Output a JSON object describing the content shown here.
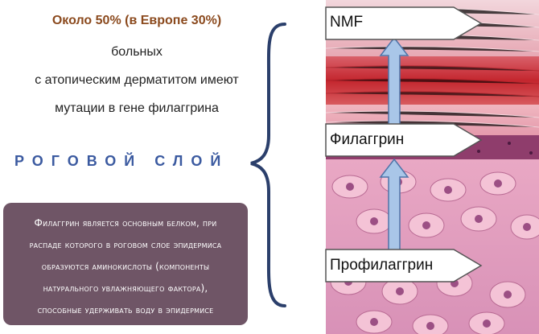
{
  "statement": {
    "highlight": "Около 50% (в Европе 30%)",
    "lines": [
      "больных",
      "с атопическим дерматитом имеют",
      "мутации в гене филаггрина"
    ]
  },
  "layer_title": "РОГОВОЙ   СЛОЙ",
  "info_box": {
    "lines": [
      "Филаггрин является основным белком, при",
      "распаде которого в роговом слое эпидермиса",
      "образуются аминокислоты (компоненты",
      "натурального увлажняющего фактора),",
      "способные удерживать воду в эпидермисе"
    ]
  },
  "pathway_labels": [
    "NMF",
    "Филаггрин",
    "Профилаггрин"
  ],
  "colors": {
    "highlight": "#8b4a1e",
    "layer_title": "#3b5aa0",
    "info_box_bg": "#6f5566",
    "arrow_fill": "#a9c6e8",
    "arrow_stroke": "#4f74a8"
  }
}
